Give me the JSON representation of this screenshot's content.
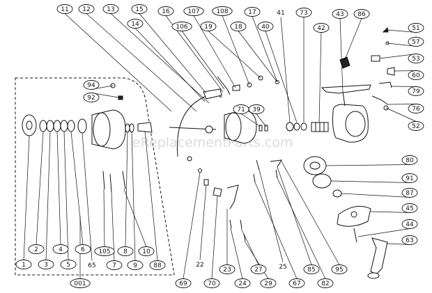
{
  "watermark": "eReplacementParts.com",
  "callouts": [
    {
      "id": "11",
      "boxed": true
    },
    {
      "id": "12",
      "boxed": true
    },
    {
      "id": "13",
      "boxed": true
    },
    {
      "id": "15",
      "boxed": true
    },
    {
      "id": "14",
      "boxed": true
    },
    {
      "id": "16",
      "boxed": true
    },
    {
      "id": "107",
      "boxed": true
    },
    {
      "id": "106",
      "boxed": true
    },
    {
      "id": "108",
      "boxed": true
    },
    {
      "id": "19",
      "boxed": true
    },
    {
      "id": "17",
      "boxed": true
    },
    {
      "id": "18",
      "boxed": true
    },
    {
      "id": "41",
      "boxed": false
    },
    {
      "id": "40",
      "boxed": true
    },
    {
      "id": "73",
      "boxed": true
    },
    {
      "id": "42",
      "boxed": true
    },
    {
      "id": "43",
      "boxed": true
    },
    {
      "id": "86",
      "boxed": true
    },
    {
      "id": "51",
      "boxed": true
    },
    {
      "id": "57",
      "boxed": true
    },
    {
      "id": "53",
      "boxed": true
    },
    {
      "id": "60",
      "boxed": true
    },
    {
      "id": "79",
      "boxed": true
    },
    {
      "id": "76",
      "boxed": true
    },
    {
      "id": "52",
      "boxed": true
    },
    {
      "id": "94",
      "boxed": true
    },
    {
      "id": "92",
      "boxed": true
    },
    {
      "id": "71",
      "boxed": true
    },
    {
      "id": "39",
      "boxed": true
    },
    {
      "id": "80",
      "boxed": true
    },
    {
      "id": "91",
      "boxed": true
    },
    {
      "id": "87",
      "boxed": true
    },
    {
      "id": "45",
      "boxed": true
    },
    {
      "id": "44",
      "boxed": true
    },
    {
      "id": "63",
      "boxed": true
    },
    {
      "id": "2",
      "boxed": true
    },
    {
      "id": "4",
      "boxed": true
    },
    {
      "id": "6",
      "boxed": true
    },
    {
      "id": "105",
      "boxed": true
    },
    {
      "id": "8",
      "boxed": true
    },
    {
      "id": "10",
      "boxed": true
    },
    {
      "id": "1",
      "boxed": true
    },
    {
      "id": "3",
      "boxed": true
    },
    {
      "id": "5",
      "boxed": true
    },
    {
      "id": "65",
      "boxed": false
    },
    {
      "id": "7",
      "boxed": true
    },
    {
      "id": "9",
      "boxed": true
    },
    {
      "id": "88",
      "boxed": true
    },
    {
      "id": "001",
      "boxed": true
    },
    {
      "id": "69",
      "boxed": true
    },
    {
      "id": "22",
      "boxed": false
    },
    {
      "id": "70",
      "boxed": true
    },
    {
      "id": "23",
      "boxed": true
    },
    {
      "id": "24",
      "boxed": true
    },
    {
      "id": "27",
      "boxed": true
    },
    {
      "id": "29",
      "boxed": true
    },
    {
      "id": "25",
      "boxed": false
    },
    {
      "id": "67",
      "boxed": true
    },
    {
      "id": "85",
      "boxed": true
    },
    {
      "id": "82",
      "boxed": true
    },
    {
      "id": "95",
      "boxed": true
    }
  ]
}
